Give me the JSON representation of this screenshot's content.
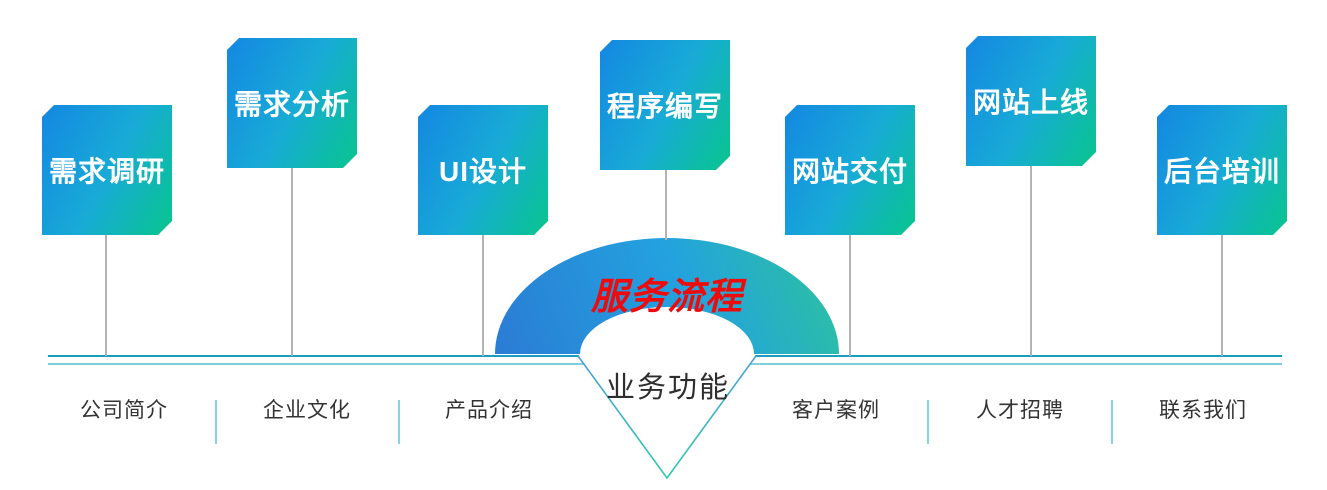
{
  "flow": {
    "title": "服务流程",
    "title_color": "#ee0b0b",
    "steps": [
      {
        "label": "需求调研"
      },
      {
        "label": "需求分析"
      },
      {
        "label": "UI设计"
      },
      {
        "label": "程序编写"
      },
      {
        "label": "网站交付"
      },
      {
        "label": "网站上线"
      },
      {
        "label": "后台培训"
      }
    ]
  },
  "functions": {
    "title": "业务功能",
    "items": [
      "公司简介",
      "企业文化",
      "产品介绍",
      "客户案例",
      "人才招聘",
      "联系我们"
    ]
  },
  "colors": {
    "sign_gradient_start": "#1487e2",
    "sign_gradient_mid": "#18abd6",
    "sign_gradient_end": "#08c58d",
    "arch_gradient_start": "#2b7ad4",
    "arch_gradient_mid": "#23a2df",
    "arch_gradient_end": "#2dc49b",
    "baseline_top": "#1b9cc1",
    "baseline_bottom": "#7fd0dd",
    "stick": "#b3b3b3",
    "nav_separator": "#85d3e9",
    "nav_text": "#333333",
    "pointer_title_text": "#2e2e2e"
  }
}
